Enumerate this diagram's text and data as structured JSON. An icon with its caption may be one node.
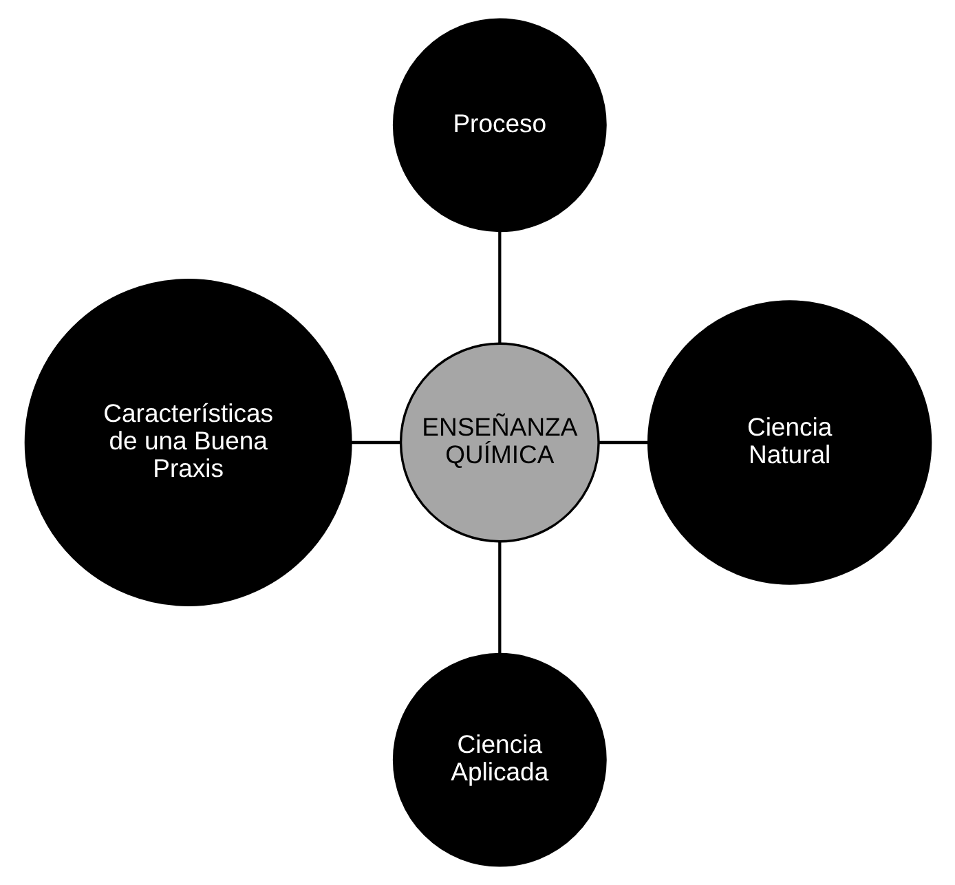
{
  "diagram": {
    "nodes": [
      {
        "text": [
          "ENSEÑANZA QUÍMICA"
        ]
      },
      {
        "text": [
          "Proceso"
        ]
      },
      {
        "text": [
          "Características de una Buena Praxis"
        ]
      },
      {
        "text": [
          "Ciencia Natural"
        ]
      },
      {
        "text": [
          "Ciencia Aplicada"
        ]
      }
    ],
    "edges": [
      {
        "from": 0,
        "to": 1,
        "arrow": "none"
      },
      {
        "from": 0,
        "to": 2,
        "arrow": "none"
      },
      {
        "from": 0,
        "to": 3,
        "arrow": "none"
      },
      {
        "from": 0,
        "to": 4,
        "arrow": "none"
      }
    ]
  }
}
